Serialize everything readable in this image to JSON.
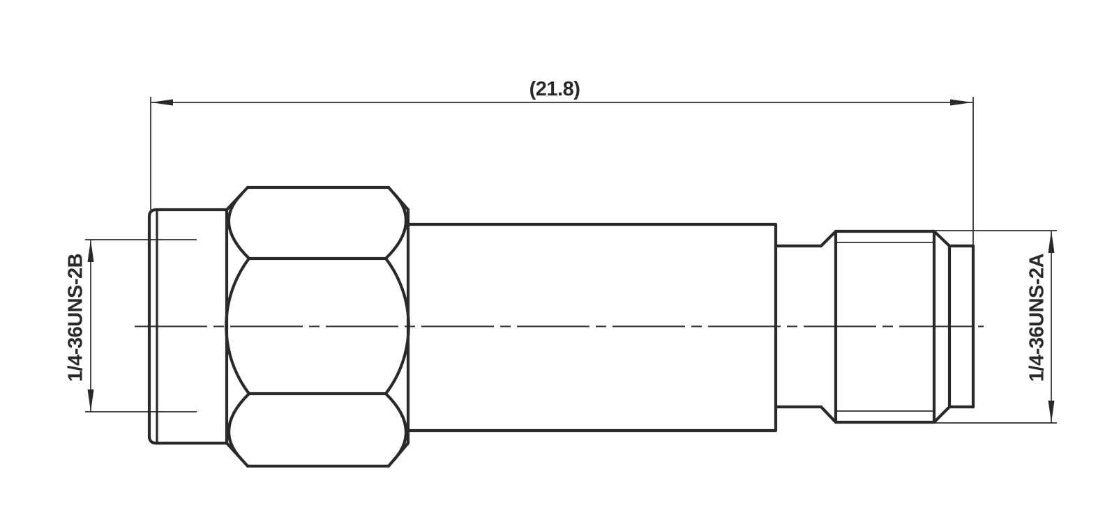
{
  "drawing": {
    "labels": {
      "overall_length": "(21.8)",
      "left_thread_spec": "1/4-36UNS-2B",
      "right_thread_spec": "1/4-36UNS-2A"
    },
    "colors": {
      "line": "#2d2828",
      "background": "#ffffff"
    }
  }
}
